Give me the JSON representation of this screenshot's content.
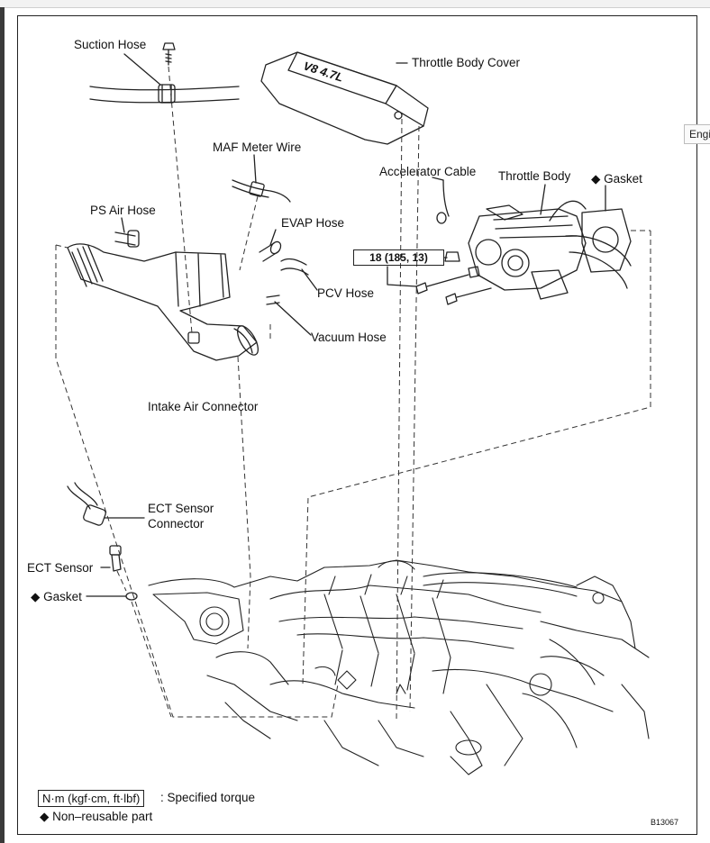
{
  "window": {
    "side_tab": "Engi"
  },
  "labels": {
    "suction_hose": "Suction Hose",
    "throttle_body_cover": "Throttle Body Cover",
    "cover_text": "V8 4.7L",
    "maf_meter_wire": "MAF Meter Wire",
    "accelerator_cable": "Accelerator Cable",
    "throttle_body": "Throttle Body",
    "gasket_top": "◆ Gasket",
    "ps_air_hose": "PS Air Hose",
    "evap_hose": "EVAP Hose",
    "torque_spec": "18 (185, 13)",
    "pcv_hose": "PCV Hose",
    "vacuum_hose": "Vacuum Hose",
    "intake_air_connector": "Intake Air Connector",
    "ect_sensor_connector_1": "ECT Sensor",
    "ect_sensor_connector_2": "Connector",
    "ect_sensor": "ECT Sensor",
    "gasket_bottom": "◆ Gasket"
  },
  "legend": {
    "torque_unit": "N·m (kgf·cm, ft·lbf)",
    "torque_desc": ": Specified torque",
    "nonreusable": "◆ Non–reusable part"
  },
  "figure_code": "B13067"
}
